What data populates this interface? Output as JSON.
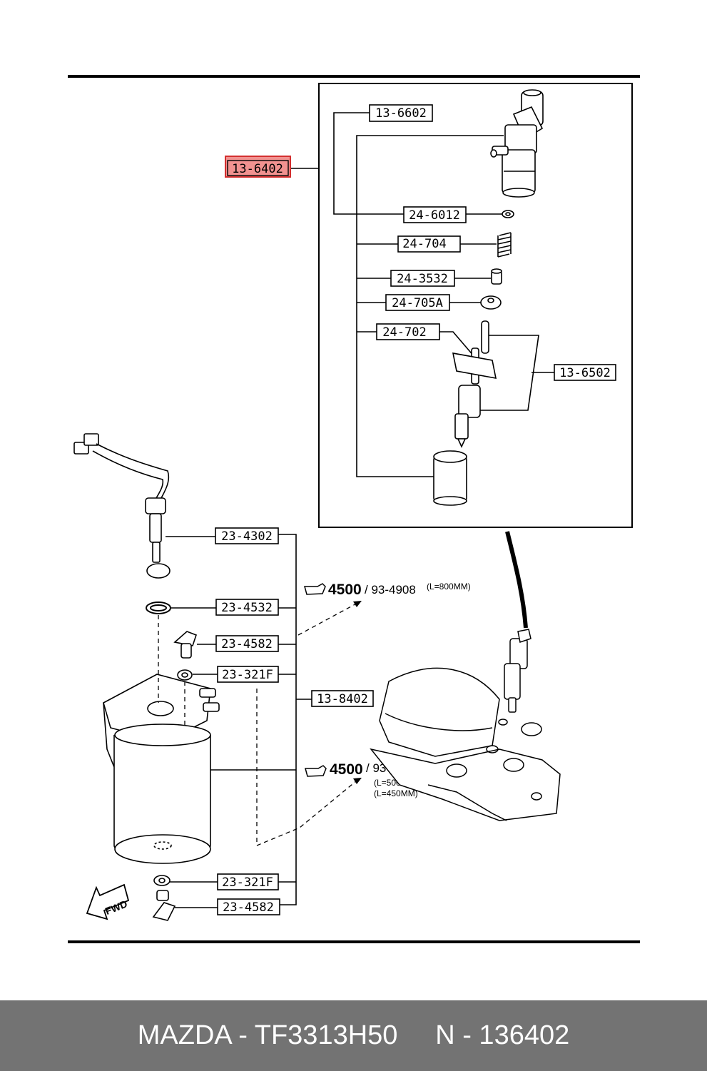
{
  "callouts": {
    "c_13_6602": "13-6602",
    "c_13_6402": "13-6402",
    "c_24_6012": "24-6012",
    "c_24_704": "24-704",
    "c_24_3532": "24-3532",
    "c_24_705a": "24-705A",
    "c_24_702": "24-702",
    "c_13_6502": "13-6502",
    "c_23_4302": "23-4302",
    "c_23_4532": "23-4532",
    "c_23_4582_top": "23-4582",
    "c_23_321f_top": "23-321F",
    "c_13_8402": "13-8402",
    "c_23_321f_bottom": "23-321F",
    "c_23_4582_bottom": "23-4582"
  },
  "routing": {
    "upper_group": "4500",
    "upper_part": "/ 93-4908",
    "upper_len": "(L=800MM)",
    "lower_group": "4500",
    "lower_part": "/ 93-4908",
    "lower_len_1": "(L=500MM)",
    "lower_len_2": "(L=450MM)"
  },
  "fwd_label": "FWD",
  "highlight_color": "#e53935",
  "footer": {
    "brand_part": "MAZDA - TF3313H50",
    "ref": "N - 136402"
  }
}
